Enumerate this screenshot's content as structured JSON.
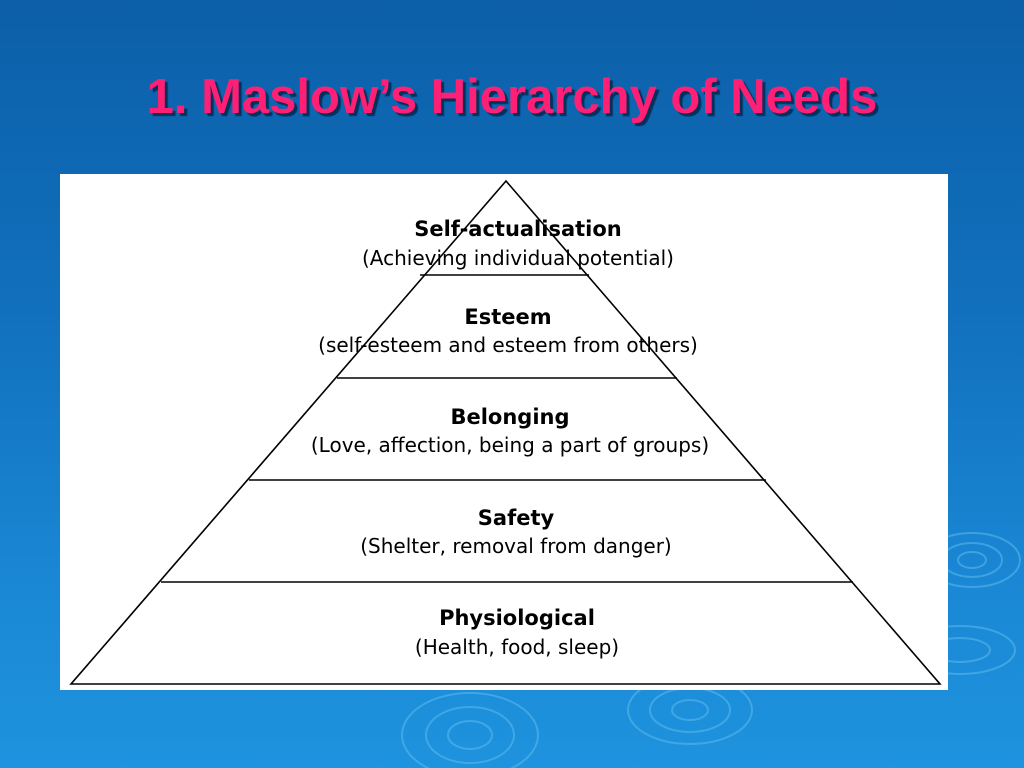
{
  "slide": {
    "title": "1. Maslow’s Hierarchy of Needs",
    "colors": {
      "title": "#ff1f74",
      "background": "#1170bd",
      "panel": "#ffffff"
    }
  },
  "hierarchy": {
    "levels": [
      {
        "name": "Self-actualisation",
        "description": "(Achieving individual potential)"
      },
      {
        "name": "Esteem",
        "description": "(self-esteem and esteem from others)"
      },
      {
        "name": "Belonging",
        "description": "(Love, affection, being a part of groups)"
      },
      {
        "name": "Safety",
        "description": "(Shelter, removal from danger)"
      },
      {
        "name": "Physiological",
        "description": "(Health, food, sleep)"
      }
    ]
  }
}
